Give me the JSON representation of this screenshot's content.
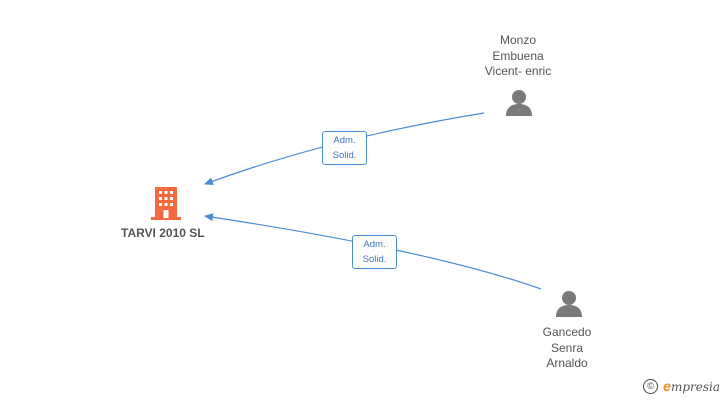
{
  "company": {
    "name": "TARVI 2010 SL",
    "icon": "building-icon",
    "color": "#f26a3d"
  },
  "people": [
    {
      "id": "p1",
      "name_lines": [
        "Monzo",
        "Embuena",
        "Vicent- enric"
      ],
      "icon": "person-icon"
    },
    {
      "id": "p2",
      "name_lines": [
        "Gancedo",
        "Senra",
        "Arnaldo"
      ],
      "icon": "person-icon"
    }
  ],
  "relations": [
    {
      "from": "p1",
      "to": "company",
      "label_lines": [
        "Adm.",
        "Solid."
      ]
    },
    {
      "from": "p2",
      "to": "company",
      "label_lines": [
        "Adm.",
        "Solid."
      ]
    }
  ],
  "colors": {
    "edge": "#4a8bd6",
    "person": "#7a7a7a",
    "text": "#555555"
  },
  "brand": {
    "copyright_symbol": "©",
    "initial": "e",
    "name": "mpresia"
  }
}
